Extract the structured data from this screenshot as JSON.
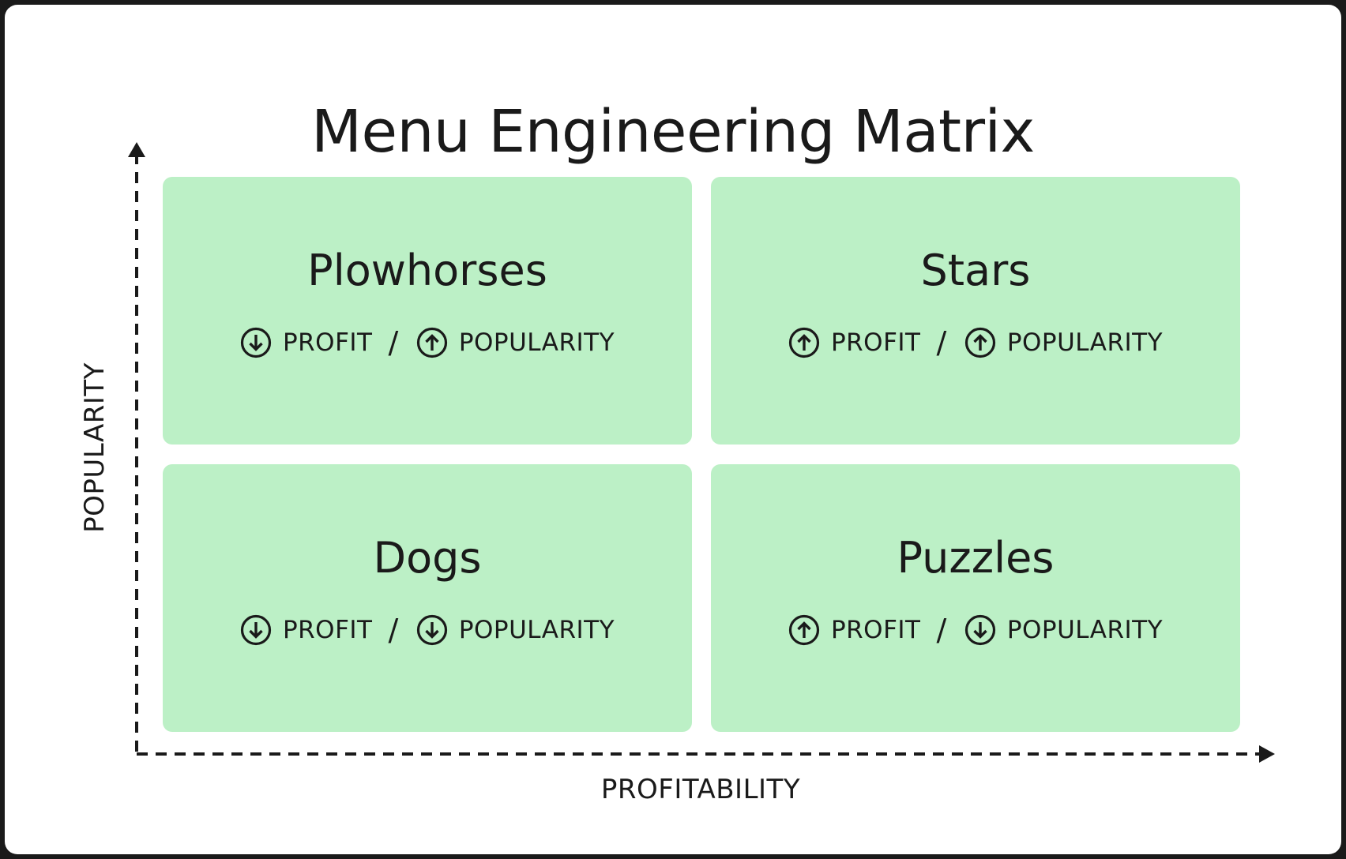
{
  "title": "Menu Engineering Matrix",
  "axes": {
    "x_label": "PROFITABILITY",
    "y_label": "POPULARITY"
  },
  "colors": {
    "card_background": "#bcf0c6",
    "text": "#1a1a1a",
    "frame": "#1a1a1a",
    "canvas": "#ffffff"
  },
  "quadrants": [
    {
      "name": "Plowhorses",
      "position": "top-left",
      "profit": {
        "direction": "down",
        "icon": "arrow-down-circle-icon",
        "label": "PROFIT"
      },
      "separator": "/",
      "popularity": {
        "direction": "up",
        "icon": "arrow-up-circle-icon",
        "label": "POPULARITY"
      }
    },
    {
      "name": "Stars",
      "position": "top-right",
      "profit": {
        "direction": "up",
        "icon": "arrow-up-circle-icon",
        "label": "PROFIT"
      },
      "separator": "/",
      "popularity": {
        "direction": "up",
        "icon": "arrow-up-circle-icon",
        "label": "POPULARITY"
      }
    },
    {
      "name": "Dogs",
      "position": "bottom-left",
      "profit": {
        "direction": "down",
        "icon": "arrow-down-circle-icon",
        "label": "PROFIT"
      },
      "separator": "/",
      "popularity": {
        "direction": "down",
        "icon": "arrow-down-circle-icon",
        "label": "POPULARITY"
      }
    },
    {
      "name": "Puzzles",
      "position": "bottom-right",
      "profit": {
        "direction": "up",
        "icon": "arrow-up-circle-icon",
        "label": "PROFIT"
      },
      "separator": "/",
      "popularity": {
        "direction": "down",
        "icon": "arrow-down-circle-icon",
        "label": "POPULARITY"
      }
    }
  ]
}
